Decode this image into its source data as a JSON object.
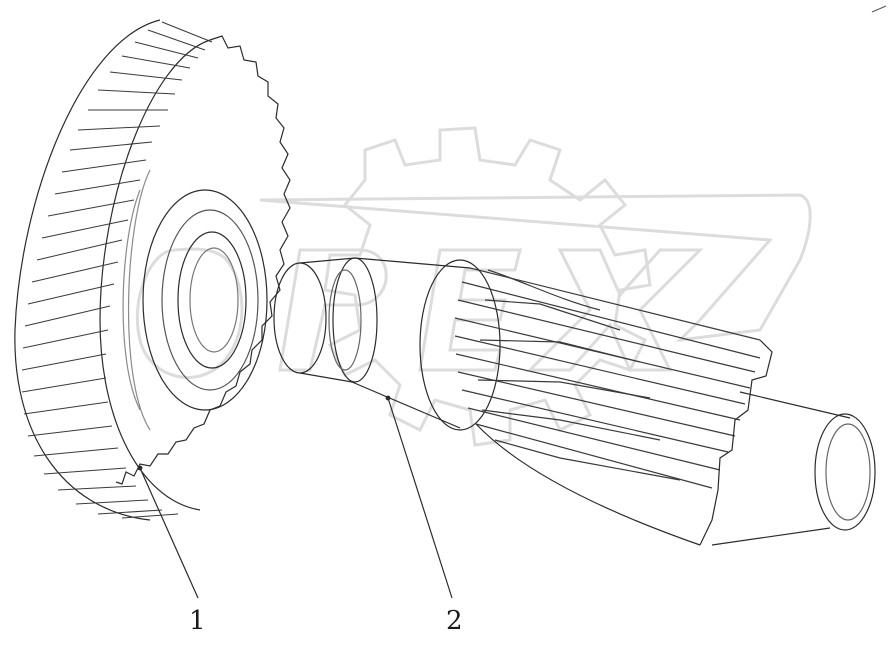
{
  "figure": {
    "callouts": [
      {
        "number": "1",
        "part": "gear"
      },
      {
        "number": "2",
        "part": "shaft"
      }
    ],
    "watermark": "OPEX",
    "colors": {
      "line": "#2b2b2b",
      "light_line": "#8a8a8a",
      "watermark": "#e2e2e2",
      "background": "#ffffff"
    }
  }
}
